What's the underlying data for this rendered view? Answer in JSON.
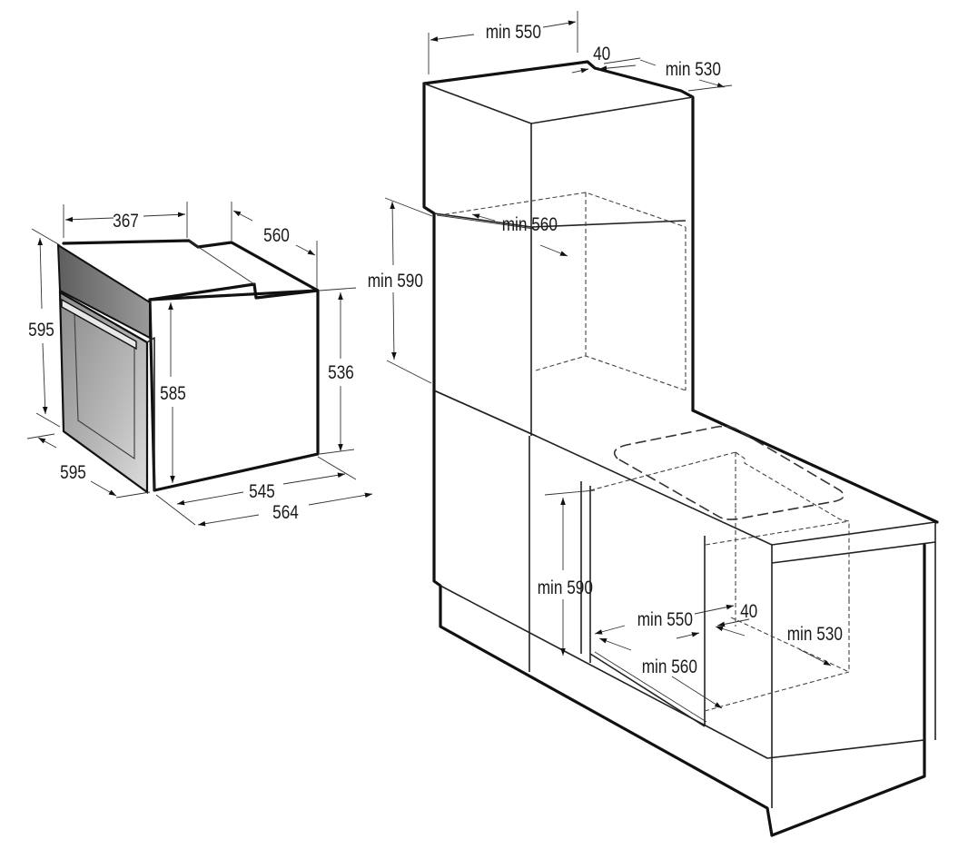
{
  "diagram": {
    "type": "installation-dimensions",
    "units": "mm",
    "oven": {
      "width_top": "367",
      "depth_top": "560",
      "height_front": "595",
      "height_body": "585",
      "height_rear": "536",
      "width_front": "595",
      "depth_body": "545",
      "depth_total": "564"
    },
    "tall_cabinet": {
      "min_width": "min 550",
      "rear_gap": "40",
      "min_depth": "min 530",
      "niche_depth": "min 560",
      "niche_height": "min 590"
    },
    "under_counter": {
      "niche_height": "min 590",
      "min_width": "min 550",
      "rear_gap": "40",
      "min_depth": "min 530",
      "niche_depth": "min 560"
    }
  },
  "colors": {
    "line": "#111111",
    "oven_front_dark": "#6f6f6f",
    "oven_front_light": "#d0d0d0",
    "background": "#ffffff"
  }
}
